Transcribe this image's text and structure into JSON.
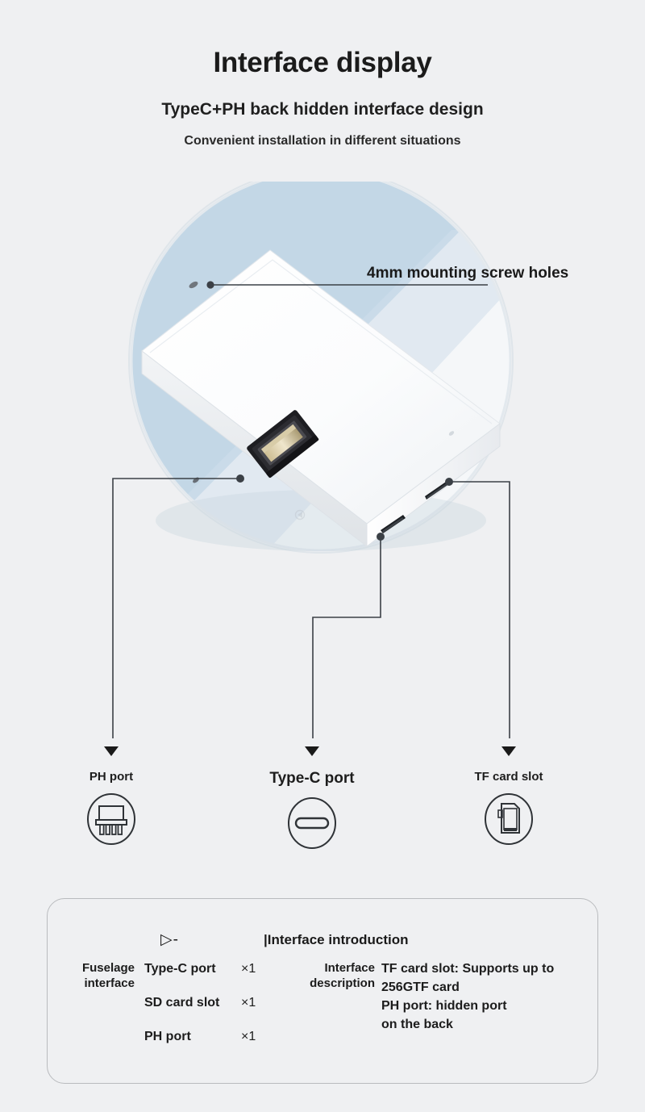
{
  "header": {
    "title": "Interface display",
    "subtitle": "TypeC+PH back hidden interface design",
    "tagline": "Convenient installation in different situations"
  },
  "hero": {
    "callout_screw_holes": "4mm mounting screw holes",
    "colors": {
      "background": "#eff0f2",
      "circle_light": "#f4f6f8",
      "circle_band": "#c3d7e6",
      "device_body": "#ffffff",
      "connector_black": "#1e1e22",
      "connector_pins": "#b9a97e",
      "leader_line": "#3b4046"
    }
  },
  "ports": [
    {
      "label": "PH port",
      "icon": "ph-connector-icon",
      "emphasis": false
    },
    {
      "label": "Type-C port",
      "icon": "usb-c-connector-icon",
      "emphasis": true
    },
    {
      "label": "TF card slot",
      "icon": "tf-card-icon",
      "emphasis": false
    }
  ],
  "spec_panel": {
    "play_mark": "▷-",
    "heading": "|Interface introduction",
    "fuselage": {
      "key": "Fuselage interface",
      "rows": [
        {
          "name": "Type-C port",
          "qty": "×1"
        },
        {
          "name": "SD card slot",
          "qty": "×1"
        },
        {
          "name": "PH port",
          "qty": "×1"
        }
      ]
    },
    "description": {
      "key": "Interface description",
      "notes": [
        "TF card slot: Supports up to",
        "256GTF card",
        "PH port: hidden port",
        "on the back"
      ]
    }
  }
}
